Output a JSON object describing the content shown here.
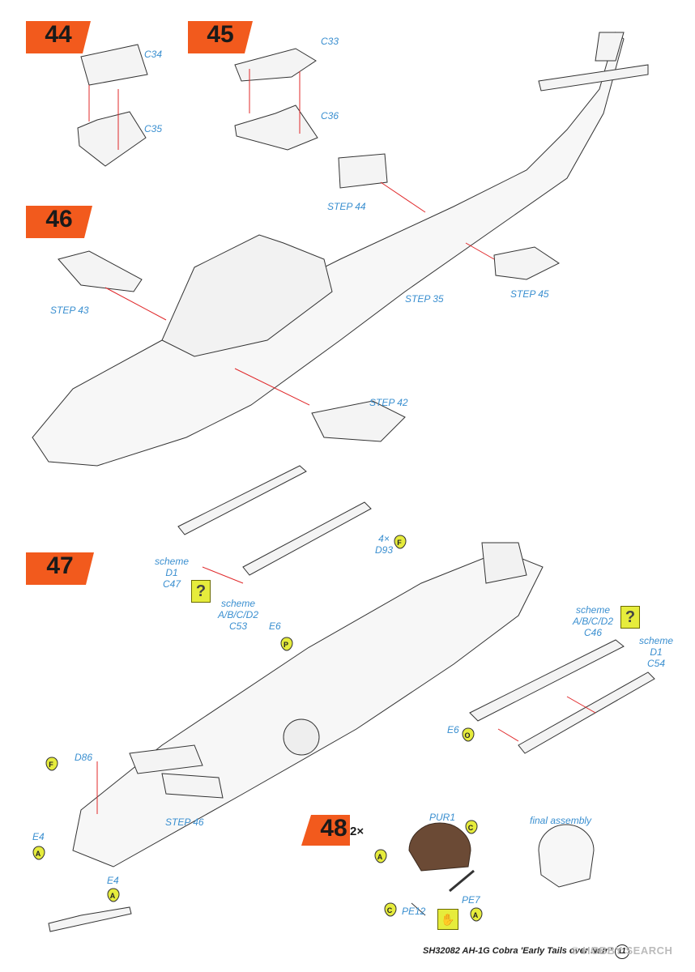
{
  "steps": {
    "s44": "44",
    "s45": "45",
    "s46": "46",
    "s47": "47",
    "s48": "48",
    "s48_mult": "2×"
  },
  "labels": {
    "c34": "C34",
    "c35": "C35",
    "c33": "C33",
    "c36": "C36",
    "step44": "STEP 44",
    "step45": "STEP 45",
    "step43": "STEP 43",
    "step35": "STEP 35",
    "step42": "STEP 42",
    "step46": "STEP 46",
    "scheme_d1_left": "scheme",
    "scheme_d1_left_b": "D1",
    "c47": "C47",
    "scheme_abcd2_left": "scheme",
    "scheme_abcd2_left_b": "A/B/C/D2",
    "c53": "C53",
    "e6_top": "E6",
    "qty_d93": "4×",
    "d93": "D93",
    "scheme_abcd2_right": "scheme",
    "scheme_abcd2_right_b": "A/B/C/D2",
    "c46": "C46",
    "scheme_d1_right": "scheme",
    "scheme_d1_right_b": "D1",
    "c54": "C54",
    "e6_bottom": "E6",
    "d86": "D86",
    "e4_top": "E4",
    "e4_bottom": "E4",
    "pur1": "PUR1",
    "pe12": "PE12",
    "pe7": "PE7",
    "final_assembly": "final assembly"
  },
  "paint_codes": {
    "f_d93": "F",
    "p": "P",
    "o": "O",
    "f_d86": "F",
    "a_e4_top": "A",
    "a_e4_bottom": "A",
    "a_pur1": "A",
    "c_pur1": "C",
    "c_pe12": "C",
    "a_pe7": "A"
  },
  "badges": {
    "question": "?"
  },
  "footer": {
    "text": "SH32082  AH-1G Cobra 'Early Tails over Nam'",
    "page": "11"
  },
  "watermark": "© HOBBY SEARCH",
  "colors": {
    "flag": "#f25a1d",
    "label": "#3a8fd0",
    "arrow": "#e0282a",
    "badge": "#e6ec3c",
    "helmet": "#6b4a35"
  }
}
